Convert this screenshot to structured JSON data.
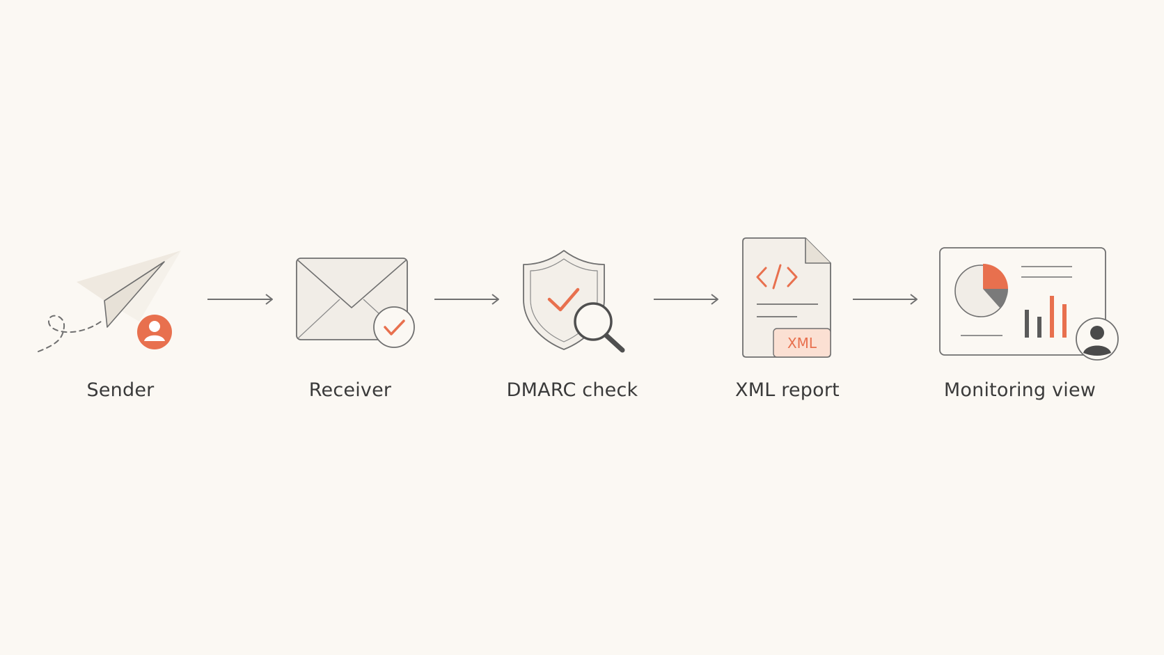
{
  "steps": [
    {
      "id": "sender",
      "label": "Sender",
      "icon": "paper-plane-icon"
    },
    {
      "id": "receiver",
      "label": "Receiver",
      "icon": "envelope-check-icon"
    },
    {
      "id": "dmarc",
      "label": "DMARC check",
      "icon": "shield-magnifier-icon"
    },
    {
      "id": "xml",
      "label": "XML report",
      "icon": "xml-document-icon",
      "badge": "XML"
    },
    {
      "id": "monitoring",
      "label": "Monitoring view",
      "icon": "dashboard-icon"
    }
  ],
  "colors": {
    "background": "#fbf8f3",
    "accent": "#e8704e",
    "accent_soft": "#fbe0d3",
    "stroke": "#6f6f6f",
    "dark": "#4f4f4f",
    "fill_light": "#f1ede7",
    "text": "#3a3a3a"
  }
}
